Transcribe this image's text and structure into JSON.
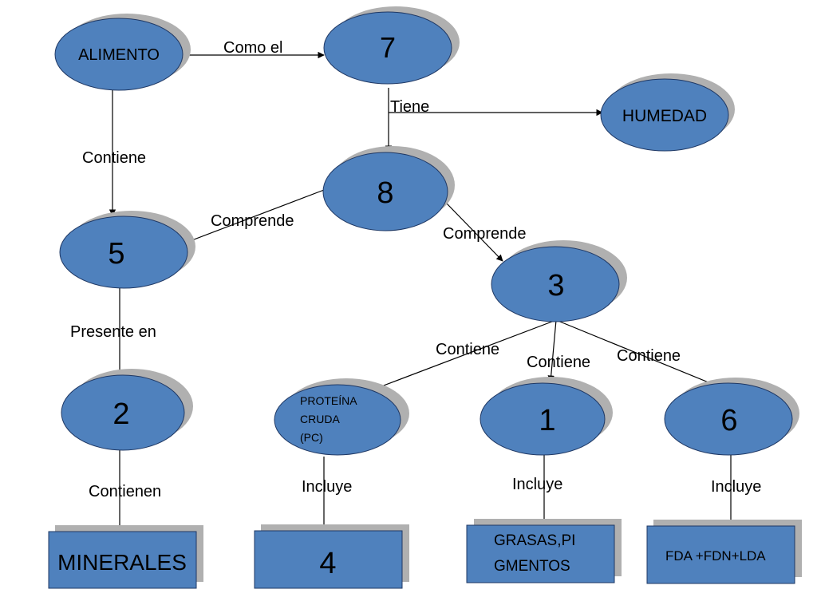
{
  "colors": {
    "node_fill": "#4f81bd",
    "node_stroke": "#1f3864",
    "shadow": "#b0b0b0",
    "line": "#000000",
    "background": "#ffffff"
  },
  "nodes": {
    "alimento": "ALIMENTO",
    "n7": "7",
    "humedad": "HUMEDAD",
    "n8": "8",
    "n5": "5",
    "n3": "3",
    "n2": "2",
    "proteina_line1": "PROTEÍNA",
    "proteina_line2": "CRUDA",
    "proteina_line3": "(PC)",
    "n1": "1",
    "n6": "6",
    "minerales": "MINERALES",
    "n4": "4",
    "grasas_line1": "GRASAS,PI",
    "grasas_line2": "GMENTOS",
    "fda": "FDA +FDN+LDA"
  },
  "edges": {
    "como_el": "Como el",
    "tiene": "Tiene",
    "contiene_alimento": "Contiene",
    "comprende_left": "Comprende",
    "comprende_right": "Comprende",
    "presente_en": "Presente en",
    "contiene_pc": "Contiene",
    "contiene_1": "Contiene",
    "contiene_6": "Contiene",
    "contienen": "Contienen",
    "incluye_pc": "Incluye",
    "incluye_1": "Incluye",
    "incluye_6": "Incluye"
  }
}
